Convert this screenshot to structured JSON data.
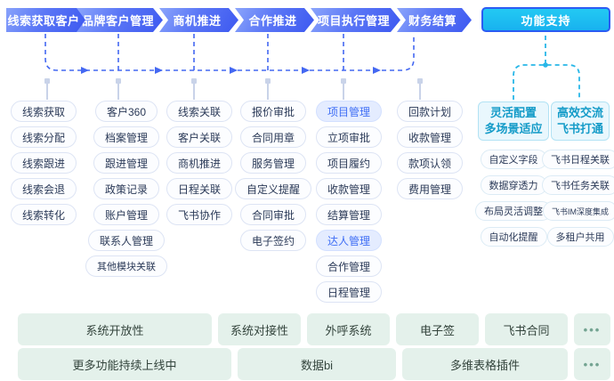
{
  "stages": [
    {
      "label": "线索获取客户"
    },
    {
      "label": "品牌客户管理"
    },
    {
      "label": "商机推进"
    },
    {
      "label": "合作推进"
    },
    {
      "label": "项目执行管理"
    },
    {
      "label": "财务结算"
    }
  ],
  "support_button": {
    "label": "功能支持"
  },
  "columns": [
    {
      "items": [
        "线索获取",
        "线索分配",
        "线索跟进",
        "线索会退",
        "线索转化"
      ]
    },
    {
      "items": [
        "客户360",
        "档案管理",
        "跟进管理",
        "政策记录",
        "账户管理",
        "联系人管理",
        "其他模块关联"
      ]
    },
    {
      "items": [
        "线索关联",
        "客户关联",
        "商机推进",
        "日程关联",
        "飞书协作"
      ]
    },
    {
      "items": [
        "报价审批",
        "合同用章",
        "服务管理",
        "自定义提醒",
        "合同审批",
        "电子签约"
      ]
    },
    {
      "items": [
        "项目管理",
        "立项审批",
        "项目履约",
        "收款管理",
        "结算管理",
        "达人管理",
        "合作管理",
        "日程管理"
      ],
      "highlighted": [
        "项目管理",
        "达人管理"
      ]
    },
    {
      "items": [
        "回款计划",
        "收款管理",
        "款项认领",
        "费用管理"
      ]
    }
  ],
  "support_sections": [
    {
      "header_line1": "灵活配置",
      "header_line2": "多场景适应",
      "items": [
        "自定义字段",
        "数据穿透力",
        "布局灵活调整",
        "自动化提醒"
      ]
    },
    {
      "header_line1": "高效交流",
      "header_line2": "飞书打通",
      "items": [
        "飞书日程关联",
        "飞书任务关联",
        "飞书IM深度集成",
        "多租户共用"
      ]
    }
  ],
  "bottom_rows": [
    {
      "cells": [
        "系统开放性",
        "系统对接性",
        "外呼系统",
        "电子签",
        "飞书合同",
        "•••"
      ]
    },
    {
      "cells": [
        "更多功能持续上线中",
        "数据bi",
        "多维表格插件",
        "•••"
      ]
    }
  ],
  "colors": {
    "flow_gradient_start": "#8ba5fb",
    "flow_gradient_end": "#3c58f0",
    "connector_blue": "#4468f2",
    "connector_cyan": "#29b7e8",
    "highlight_text": "#3f6ef5",
    "highlight_bg": "#e4ecff",
    "support_teal": "#149bc8",
    "bottom_green_bg": "#e4f1eb",
    "dots_green": "#74a492"
  }
}
